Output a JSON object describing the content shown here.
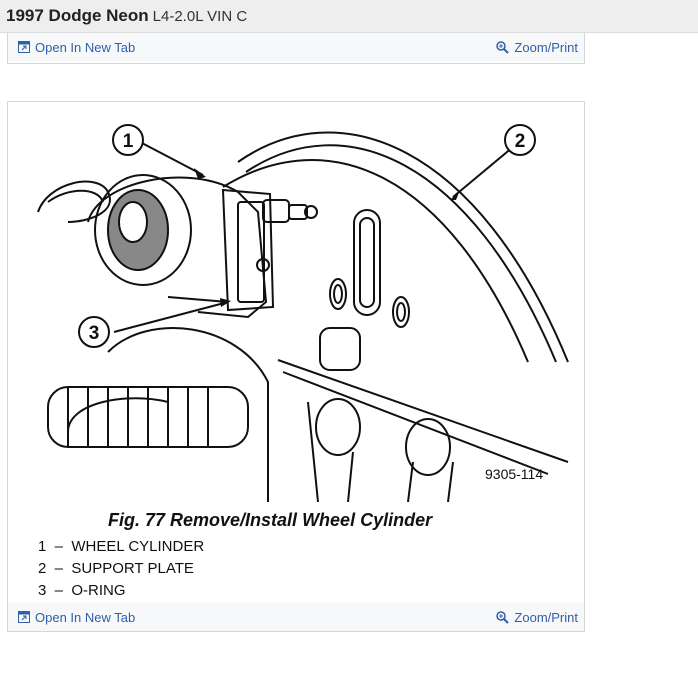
{
  "header": {
    "make_model": "1997 Dodge Neon",
    "engine": "L4-2.0L VIN C"
  },
  "toolbar": {
    "open_label": "Open In New Tab",
    "zoom_label": "Zoom/Print"
  },
  "figure": {
    "title": "Fig. 77 Remove/Install Wheel Cylinder",
    "code": "9305-114",
    "callouts": [
      "1",
      "2",
      "3"
    ],
    "legend": [
      {
        "num": "1",
        "label": "WHEEL CYLINDER"
      },
      {
        "num": "2",
        "label": "SUPPORT PLATE"
      },
      {
        "num": "3",
        "label": "O-RING"
      }
    ]
  }
}
